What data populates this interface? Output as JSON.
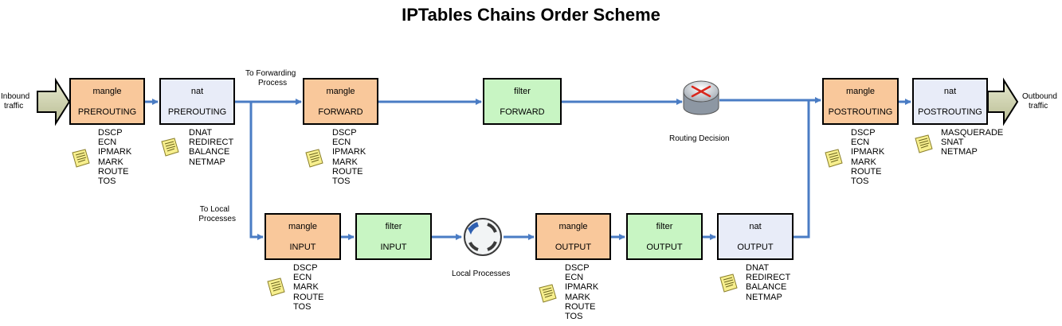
{
  "title": "IPTables Chains Order Scheme",
  "io": {
    "inbound": [
      "Inbound",
      "traffic"
    ],
    "outbound": [
      "Outbound",
      "traffic"
    ]
  },
  "flow_labels": {
    "to_forwarding": [
      "To Forwarding",
      "Process"
    ],
    "to_local": [
      "To Local",
      "Processes"
    ],
    "routing_decision": "Routing Decision",
    "local_processes": "Local Processes"
  },
  "colors": {
    "mangle": "#f9c89b",
    "nat": "#e8ecf8",
    "filter": "#c8f5c3",
    "wire": "#4a7cc4"
  },
  "chains": [
    {
      "id": "mangle-prerouting",
      "table": "mangle",
      "chain": "PREROUTING",
      "targets": [
        "DSCP",
        "ECN",
        "IPMARK",
        "MARK",
        "ROUTE",
        "TOS"
      ]
    },
    {
      "id": "nat-prerouting",
      "table": "nat",
      "chain": "PREROUTING",
      "targets": [
        "DNAT",
        "REDIRECT",
        "BALANCE",
        "NETMAP"
      ]
    },
    {
      "id": "mangle-forward",
      "table": "mangle",
      "chain": "FORWARD",
      "targets": [
        "DSCP",
        "ECN",
        "IPMARK",
        "MARK",
        "ROUTE",
        "TOS"
      ]
    },
    {
      "id": "filter-forward",
      "table": "filter",
      "chain": "FORWARD",
      "targets": []
    },
    {
      "id": "mangle-postrouting",
      "table": "mangle",
      "chain": "POSTROUTING",
      "targets": [
        "DSCP",
        "ECN",
        "IPMARK",
        "MARK",
        "ROUTE",
        "TOS"
      ]
    },
    {
      "id": "nat-postrouting",
      "table": "nat",
      "chain": "POSTROUTING",
      "targets": [
        "MASQUERADE",
        "SNAT",
        "NETMAP"
      ]
    },
    {
      "id": "mangle-input",
      "table": "mangle",
      "chain": "INPUT",
      "targets": [
        "DSCP",
        "ECN",
        "MARK",
        "ROUTE",
        "TOS"
      ]
    },
    {
      "id": "filter-input",
      "table": "filter",
      "chain": "INPUT",
      "targets": []
    },
    {
      "id": "mangle-output",
      "table": "mangle",
      "chain": "OUTPUT",
      "targets": [
        "DSCP",
        "ECN",
        "IPMARK",
        "MARK",
        "ROUTE",
        "TOS"
      ]
    },
    {
      "id": "filter-output",
      "table": "filter",
      "chain": "OUTPUT",
      "targets": []
    },
    {
      "id": "nat-output",
      "table": "nat",
      "chain": "OUTPUT",
      "targets": [
        "DNAT",
        "REDIRECT",
        "BALANCE",
        "NETMAP"
      ]
    }
  ]
}
